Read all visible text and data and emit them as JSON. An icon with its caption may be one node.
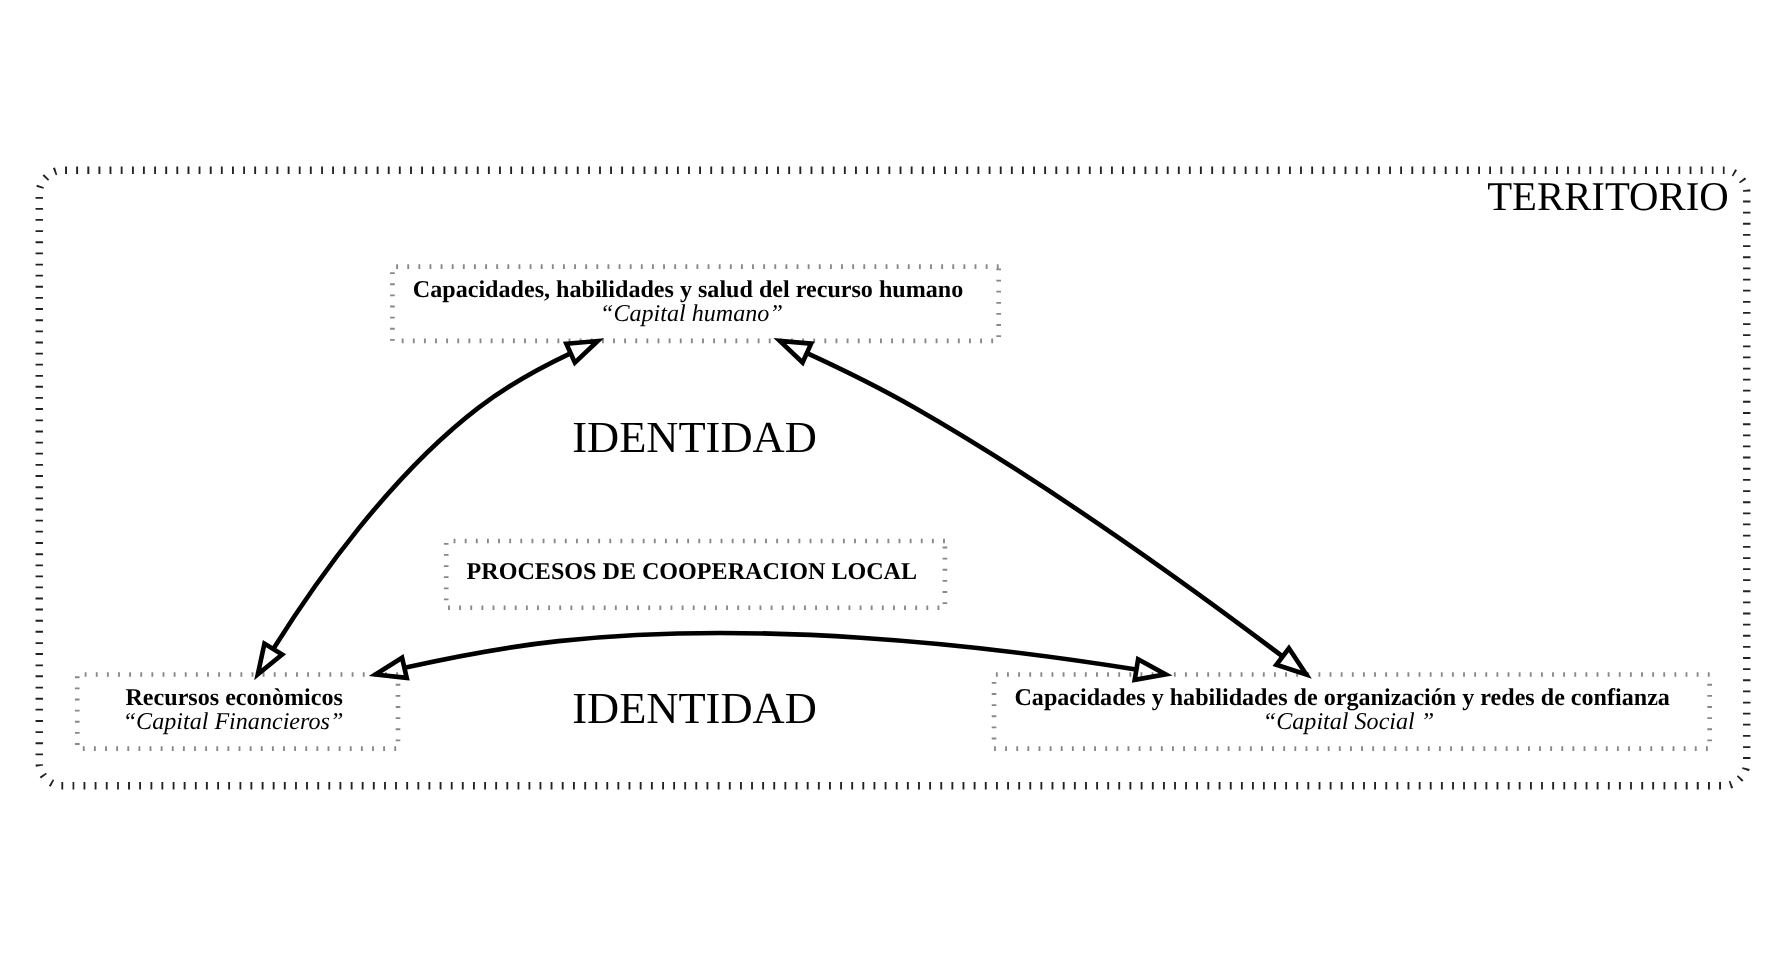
{
  "diagram": {
    "nodes": [
      {
        "text": [
          "TERRITORIO"
        ]
      },
      {
        "text": [
          "Capacidades, habilidades y salud del recurso humano",
          "“Capital humano”"
        ],
        "in": 0
      },
      {
        "text": [
          "PROCESOS DE COOPERACION LOCAL"
        ],
        "in": 0
      },
      {
        "text": [
          "Recursos econòmicos",
          "“Capital Financieros”"
        ],
        "in": 0
      },
      {
        "text": [
          "Capacidades y habilidades de organización y redes de confianza",
          "“Capital Social ”"
        ],
        "in": 0
      }
    ],
    "edges": [
      {
        "from": 1,
        "to": 3,
        "arrow": "both"
      },
      {
        "from": 1,
        "to": 4,
        "arrow": "both"
      },
      {
        "from": 3,
        "to": 4,
        "arrow": "both"
      }
    ],
    "labels": [
      "IDENTIDAD",
      "IDENTIDAD"
    ]
  }
}
